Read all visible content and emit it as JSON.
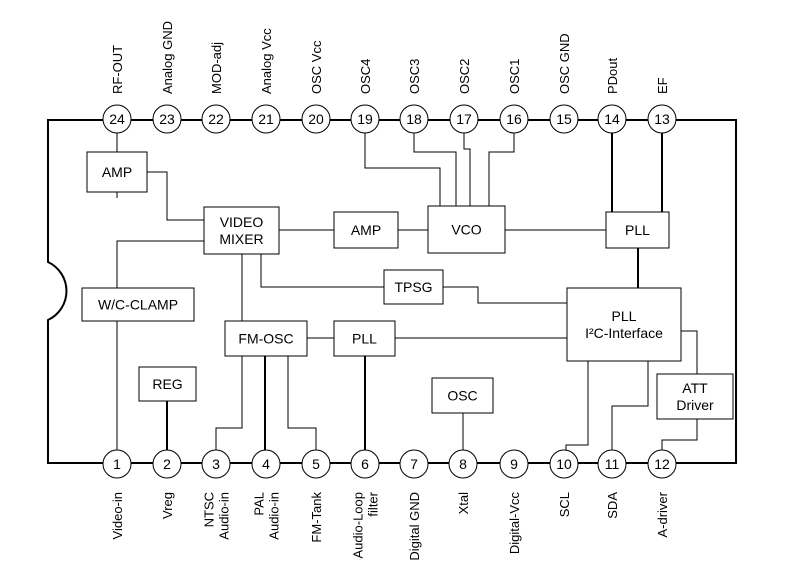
{
  "pins_top": [
    {
      "num": "24",
      "label": "RF-OUT"
    },
    {
      "num": "23",
      "label": "Analog GND"
    },
    {
      "num": "22",
      "label": "MOD-adj"
    },
    {
      "num": "21",
      "label": "Analog Vcc"
    },
    {
      "num": "20",
      "label": "OSC Vcc"
    },
    {
      "num": "19",
      "label": "OSC4"
    },
    {
      "num": "18",
      "label": "OSC3"
    },
    {
      "num": "17",
      "label": "OSC2"
    },
    {
      "num": "16",
      "label": "OSC1"
    },
    {
      "num": "15",
      "label": "OSC GND"
    },
    {
      "num": "14",
      "label": "PDout"
    },
    {
      "num": "13",
      "label": "EF"
    }
  ],
  "pins_bottom": [
    {
      "num": "1",
      "lines": [
        "Video-in"
      ]
    },
    {
      "num": "2",
      "lines": [
        "Vreg"
      ]
    },
    {
      "num": "3",
      "lines": [
        "NTSC",
        "Audio-in"
      ]
    },
    {
      "num": "4",
      "lines": [
        "PAL",
        "Audio-in"
      ]
    },
    {
      "num": "5",
      "lines": [
        "FM-Tank"
      ]
    },
    {
      "num": "6",
      "lines": [
        "Audio-Loop",
        "filter"
      ]
    },
    {
      "num": "7",
      "lines": [
        "Digital GND"
      ]
    },
    {
      "num": "8",
      "lines": [
        "Xtal"
      ]
    },
    {
      "num": "9",
      "lines": [
        "Digital-Vcc"
      ]
    },
    {
      "num": "10",
      "lines": [
        "SCL"
      ]
    },
    {
      "num": "11",
      "lines": [
        "SDA"
      ]
    },
    {
      "num": "12",
      "lines": [
        "A-driver"
      ]
    }
  ],
  "blocks": {
    "amp_rf": {
      "lines": [
        "AMP"
      ]
    },
    "video_mixer": {
      "lines": [
        "VIDEO",
        "MIXER"
      ]
    },
    "amp_mid": {
      "lines": [
        "AMP"
      ]
    },
    "vco": {
      "lines": [
        "VCO"
      ]
    },
    "pll_top": {
      "lines": [
        "PLL"
      ]
    },
    "wc_clamp": {
      "lines": [
        "W/C-CLAMP"
      ]
    },
    "tpsg": {
      "lines": [
        "TPSG"
      ]
    },
    "pll_i2c": {
      "lines": [
        "PLL",
        "I²C-Interface"
      ]
    },
    "fm_osc": {
      "lines": [
        "FM-OSC"
      ]
    },
    "pll_audio": {
      "lines": [
        "PLL"
      ]
    },
    "reg": {
      "lines": [
        "REG"
      ]
    },
    "osc": {
      "lines": [
        "OSC"
      ]
    },
    "att_driver": {
      "lines": [
        "ATT",
        "Driver"
      ]
    }
  }
}
